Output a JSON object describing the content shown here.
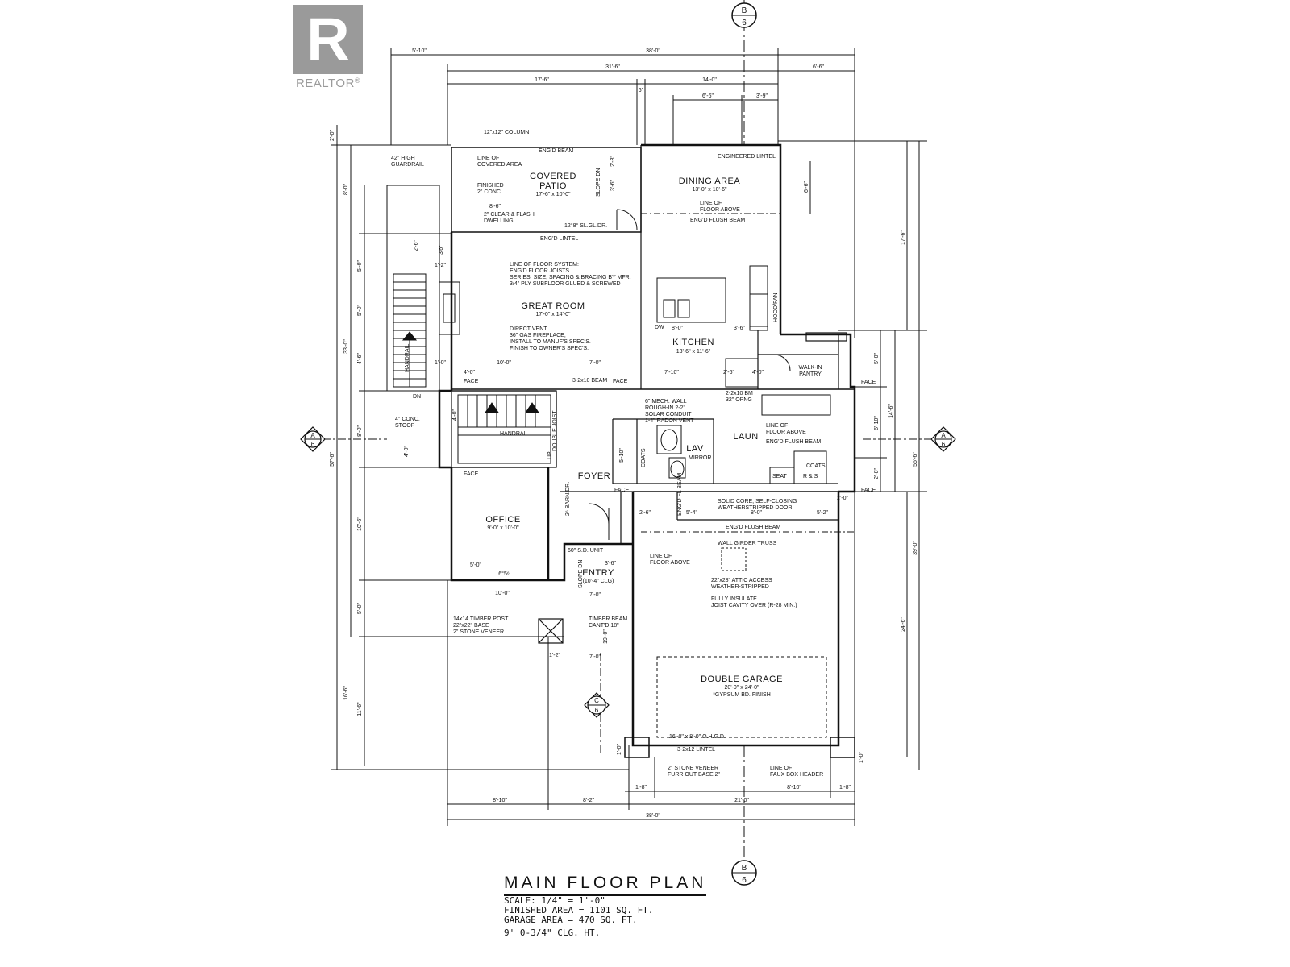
{
  "logo": {
    "letter": "R",
    "brand": "REALTOR",
    "mark": "®"
  },
  "title": {
    "main": "MAIN FLOOR PLAN",
    "scale": "SCALE: 1/4\" = 1'-0\"",
    "finished": "FINISHED AREA = 1101 SQ. FT.",
    "garage": "GARAGE AREA = 470 SQ. FT.",
    "ceiling": "9' 0-3/4\" CLG. HT."
  },
  "section_markers": {
    "b_top": {
      "letter": "B",
      "sheet": "6"
    },
    "b_bottom": {
      "letter": "B",
      "sheet": "6"
    },
    "a_left": {
      "letter": "A",
      "sheet": "6"
    },
    "a_right": {
      "letter": "A",
      "sheet": "6"
    },
    "c": {
      "letter": "C",
      "sheet": "6"
    }
  },
  "rooms": {
    "covered_patio": {
      "name1": "COVERED",
      "name2": "PATIO",
      "size": "17'-6\" x 10'-0\""
    },
    "dining": {
      "name": "DINING AREA",
      "size": "13'-0\" x 10'-6\""
    },
    "great_room": {
      "name": "GREAT ROOM",
      "size": "17'-0\" x 14'-0\""
    },
    "kitchen": {
      "name": "KITCHEN",
      "size": "13'-6\" x 11'-6\""
    },
    "laundry": {
      "name": "LAUN"
    },
    "lav": {
      "name": "LAV"
    },
    "foyer": {
      "name": "FOYER"
    },
    "office": {
      "name": "OFFICE",
      "size": "9'-0\" x 10'-0\""
    },
    "entry": {
      "name": "ENTRY",
      "size": "(10'-4\" CLG)"
    },
    "garage": {
      "name": "DOUBLE GARAGE",
      "size": "20'-0\" x 24'-0\"",
      "note": "*GYPSUM BD. FINISH"
    },
    "pantry": {
      "name1": "WALK-IN",
      "name2": "PANTRY"
    }
  },
  "notes": {
    "column": "12\"x12\" COLUMN",
    "guardrail1": "42\" HIGH",
    "guardrail2": "GUARDRAIL",
    "covered_line1": "LINE OF",
    "covered_line2": "COVERED AREA",
    "finished_conc1": "FINISHED",
    "finished_conc2": "2\" CONC",
    "clear_flash1": "2\" CLEAR & FLASH",
    "clear_flash2": "DWELLING",
    "patio_door": "12°8° SL.GL.DR.",
    "engd_lintel": "ENG'D LINTEL",
    "engd_beam": "ENG'D BEAM",
    "engineered_lintel": "ENGINEERED LINTEL",
    "floor_above1": "LINE OF",
    "floor_above2": "FLOOR ABOVE",
    "flush_beam": "ENG'D FLUSH BEAM",
    "floor_system1": "LINE OF FLOOR SYSTEM:",
    "floor_system2": "ENG'D FLOOR JOISTS",
    "floor_system3": "SERIES, SIZE, SPACING & BRACING BY MFR.",
    "floor_system4": "3/4\" PLY SUBFLOOR GLUED & SCREWED",
    "fireplace1": "DIRECT VENT",
    "fireplace2": "36\" GAS FIREPLACE;",
    "fireplace3": "INSTALL TO MANUF'S SPEC'S.",
    "fireplace4": "FINISH TO OWNER'S SPEC'S.",
    "beam_3x10": "3-2x10 BEAM",
    "mech_wall1": "6\" MECH. WALL",
    "mech_wall2": "ROUGH-IN 2-2\"",
    "mech_wall3": "SOLAR CONDUIT",
    "mech_wall4": "1-4\" RADON VENT",
    "bm_2x10": "2-2x10 BM",
    "opng": "32\" OPNG",
    "solid_core1": "SOLID CORE, SELF-CLOSING",
    "solid_core2": "WEATHERSTRIPPED DOOR",
    "wall_girder": "WALL GIRDER TRUSS",
    "attic1": "22\"x28\" ATTIC ACCESS",
    "attic2": "WEATHER-STRIPPED",
    "insulate1": "FULLY INSULATE",
    "insulate2": "JOIST CAVITY OVER (R-28 MIN.)",
    "timber_post1": "14x14 TIMBER POST",
    "timber_post2": "22\"x22\" BASE",
    "timber_post3": "2\" STONE VENEER",
    "timber_beam1": "TIMBER BEAM",
    "timber_beam2": "CANT'D 18\"",
    "stoop1": "4\" CONC.",
    "stoop2": "STOOP",
    "sd_unit": "60\" S.D. UNIT",
    "ohgd": "16'-0\" x 8'-0\" O.H.G.D.",
    "lintel_3x12": "3-2x12 LINTEL",
    "stone_veneer1": "2\" STONE VENEER",
    "stone_veneer2": "FURR OUT BASE 2\"",
    "faux_box1": "LINE OF",
    "faux_box2": "FAUX BOX HEADER",
    "handrail": "HANDRAIL",
    "double_joist": "DOUBLE JOIST",
    "barn_dr": "2⁶ BARN.DR.",
    "face": "FACE",
    "seat": "SEAT",
    "rs": "R & S",
    "coats": "COATS",
    "mirror": "MIRROR",
    "hood_fan": "HOOD/FAN",
    "dw": "DW",
    "dn": "DN",
    "up": "UP",
    "slope_dn": "SLOPE DN",
    "engd_fl_beam": "ENG'D FL BEAM"
  },
  "dims": {
    "top_total": "38'-0\"",
    "top_left": "5'-10\"",
    "top_main": "31'-6\"",
    "top_right": "6'-6\"",
    "top_a": "17'-6\"",
    "top_b": "14'-0\"",
    "top_c": "6'-6\"",
    "top_d": "3'-9\"",
    "top_e": "6\"",
    "bot_total": "38'-0\"",
    "bot_a": "8'-10\"",
    "bot_b": "8'-2\"",
    "bot_c": "21'-0\"",
    "bot_d": "8'-10\"",
    "bot_e": "1'-8\"",
    "bot_f": "1'-8\"",
    "left_total": "57'-6\"",
    "left_upper": "33'-0\"",
    "left_lower": "16'-6\"",
    "left_a": "2'-0\"",
    "left_b": "8'-0\"",
    "left_c": "5'-0\"",
    "left_d": "5'-0\"",
    "left_e": "4'-6\"",
    "left_f": "8'-0\"",
    "left_g": "10'-6\"",
    "left_h": "5'-0\"",
    "left_i": "11'-6\"",
    "right_total": "56'-6\"",
    "right_a": "17'-6\"",
    "right_b": "14'-6\"",
    "right_c": "39'-0\"",
    "right_d": "24'-6\"",
    "right_e": "6'-6\"",
    "right_f": "5'-0\"",
    "right_g": "6'-10\"",
    "right_h": "2'-8\"",
    "office_w": "10'-0\"",
    "office_a": "5'-0\"",
    "office_b": "6°5⁶",
    "great_a": "10'-0\"",
    "great_b": "7'-0\"",
    "kit_a": "8'-0\"",
    "kit_b": "3'-6\"",
    "kit_c": "7'-10\"",
    "kit_d": "2'-6\"",
    "kit_e": "4'-0\"",
    "lav_a": "5'-10\"",
    "laun_a": "8'-0\"",
    "laun_b": "5'-4\"",
    "laun_c": "2'-6\"",
    "laun_d": "5'-2\"",
    "laun_e": "2'-0\"",
    "entry_a": "3'-6\"",
    "entry_b": "7'-0\"",
    "porch_a": "7'-0\"",
    "porch_b": "19'-0\"",
    "porch_c": "1'-2\"",
    "garage_a": "1'-0\"",
    "garage_b": "1'-0\"",
    "patio_a": "8'-6\"",
    "patio_b": "2'-3\"",
    "patio_c": "3'-6\"",
    "stair_a": "4'-0\"",
    "stair_b": "4'-0\"",
    "stair_c": "4'-0\"",
    "stair_d": "2'-6\"",
    "stair_e": "1'-2\"",
    "stair_f": "1'-0\"",
    "stair_g": "3'6°"
  }
}
